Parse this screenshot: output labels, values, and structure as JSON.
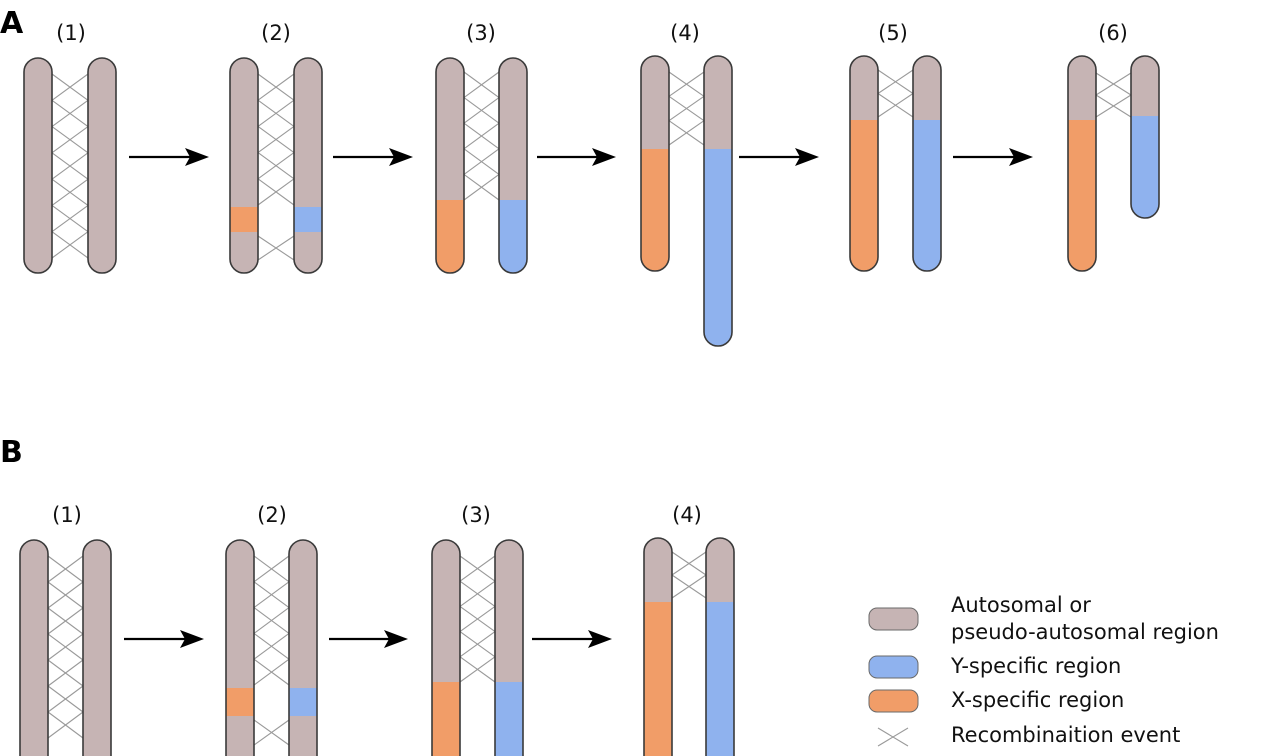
{
  "figure": {
    "colors": {
      "autosomal": "#c6b4b4",
      "y_specific": "#8fb2ee",
      "x_specific": "#f19d68",
      "outline": "#3a3a3a",
      "recombination": "#9a9a9a",
      "arrow": "#000000"
    },
    "panels": [
      {
        "label": "A",
        "steps": [
          {
            "label": "(1)",
            "left": {
              "regions": [
                {
                  "type": "autosomal"
                }
              ]
            },
            "right": {
              "regions": [
                {
                  "type": "autosomal"
                }
              ]
            },
            "recombination_events": 7
          },
          {
            "label": "(2)",
            "left": {
              "regions": [
                {
                  "type": "autosomal"
                },
                {
                  "type": "x_specific"
                },
                {
                  "type": "autosomal"
                }
              ]
            },
            "right": {
              "regions": [
                {
                  "type": "autosomal"
                },
                {
                  "type": "y_specific"
                },
                {
                  "type": "autosomal"
                }
              ]
            },
            "recombination_events": 6
          },
          {
            "label": "(3)",
            "left": {
              "regions": [
                {
                  "type": "autosomal"
                },
                {
                  "type": "x_specific"
                }
              ]
            },
            "right": {
              "regions": [
                {
                  "type": "autosomal"
                },
                {
                  "type": "y_specific"
                }
              ]
            },
            "recombination_events": 5
          },
          {
            "label": "(4)",
            "left": {
              "regions": [
                {
                  "type": "autosomal"
                },
                {
                  "type": "x_specific"
                }
              ]
            },
            "right": {
              "regions": [
                {
                  "type": "autosomal"
                },
                {
                  "type": "y_specific"
                }
              ]
            },
            "recombination_events": 3
          },
          {
            "label": "(5)",
            "left": {
              "regions": [
                {
                  "type": "autosomal"
                },
                {
                  "type": "x_specific"
                }
              ]
            },
            "right": {
              "regions": [
                {
                  "type": "autosomal"
                },
                {
                  "type": "y_specific"
                }
              ]
            },
            "recombination_events": 2
          },
          {
            "label": "(6)",
            "left": {
              "regions": [
                {
                  "type": "autosomal"
                },
                {
                  "type": "x_specific"
                }
              ]
            },
            "right": {
              "regions": [
                {
                  "type": "autosomal"
                },
                {
                  "type": "y_specific"
                }
              ]
            },
            "recombination_events": 2
          }
        ]
      },
      {
        "label": "B",
        "steps": [
          {
            "label": "(1)",
            "left": {
              "regions": [
                {
                  "type": "autosomal"
                }
              ]
            },
            "right": {
              "regions": [
                {
                  "type": "autosomal"
                }
              ]
            },
            "recombination_events": 7
          },
          {
            "label": "(2)",
            "left": {
              "regions": [
                {
                  "type": "autosomal"
                },
                {
                  "type": "x_specific"
                },
                {
                  "type": "autosomal"
                }
              ]
            },
            "right": {
              "regions": [
                {
                  "type": "autosomal"
                },
                {
                  "type": "y_specific"
                },
                {
                  "type": "autosomal"
                }
              ]
            },
            "recombination_events": 6
          },
          {
            "label": "(3)",
            "left": {
              "regions": [
                {
                  "type": "autosomal"
                },
                {
                  "type": "x_specific"
                }
              ]
            },
            "right": {
              "regions": [
                {
                  "type": "autosomal"
                },
                {
                  "type": "y_specific"
                }
              ]
            },
            "recombination_events": 5
          },
          {
            "label": "(4)",
            "left": {
              "regions": [
                {
                  "type": "autosomal"
                },
                {
                  "type": "x_specific"
                }
              ]
            },
            "right": {
              "regions": [
                {
                  "type": "autosomal"
                },
                {
                  "type": "y_specific"
                }
              ]
            },
            "recombination_events": 2
          }
        ]
      }
    ],
    "legend": [
      {
        "type": "autosomal",
        "lines": [
          "Autosomal or",
          "pseudo-autosomal region"
        ]
      },
      {
        "type": "y_specific",
        "lines": [
          "Y-specific region"
        ]
      },
      {
        "type": "x_specific",
        "lines": [
          "X-specific region"
        ]
      },
      {
        "type": "recombination",
        "lines": [
          "Recombinaition event"
        ]
      }
    ]
  }
}
